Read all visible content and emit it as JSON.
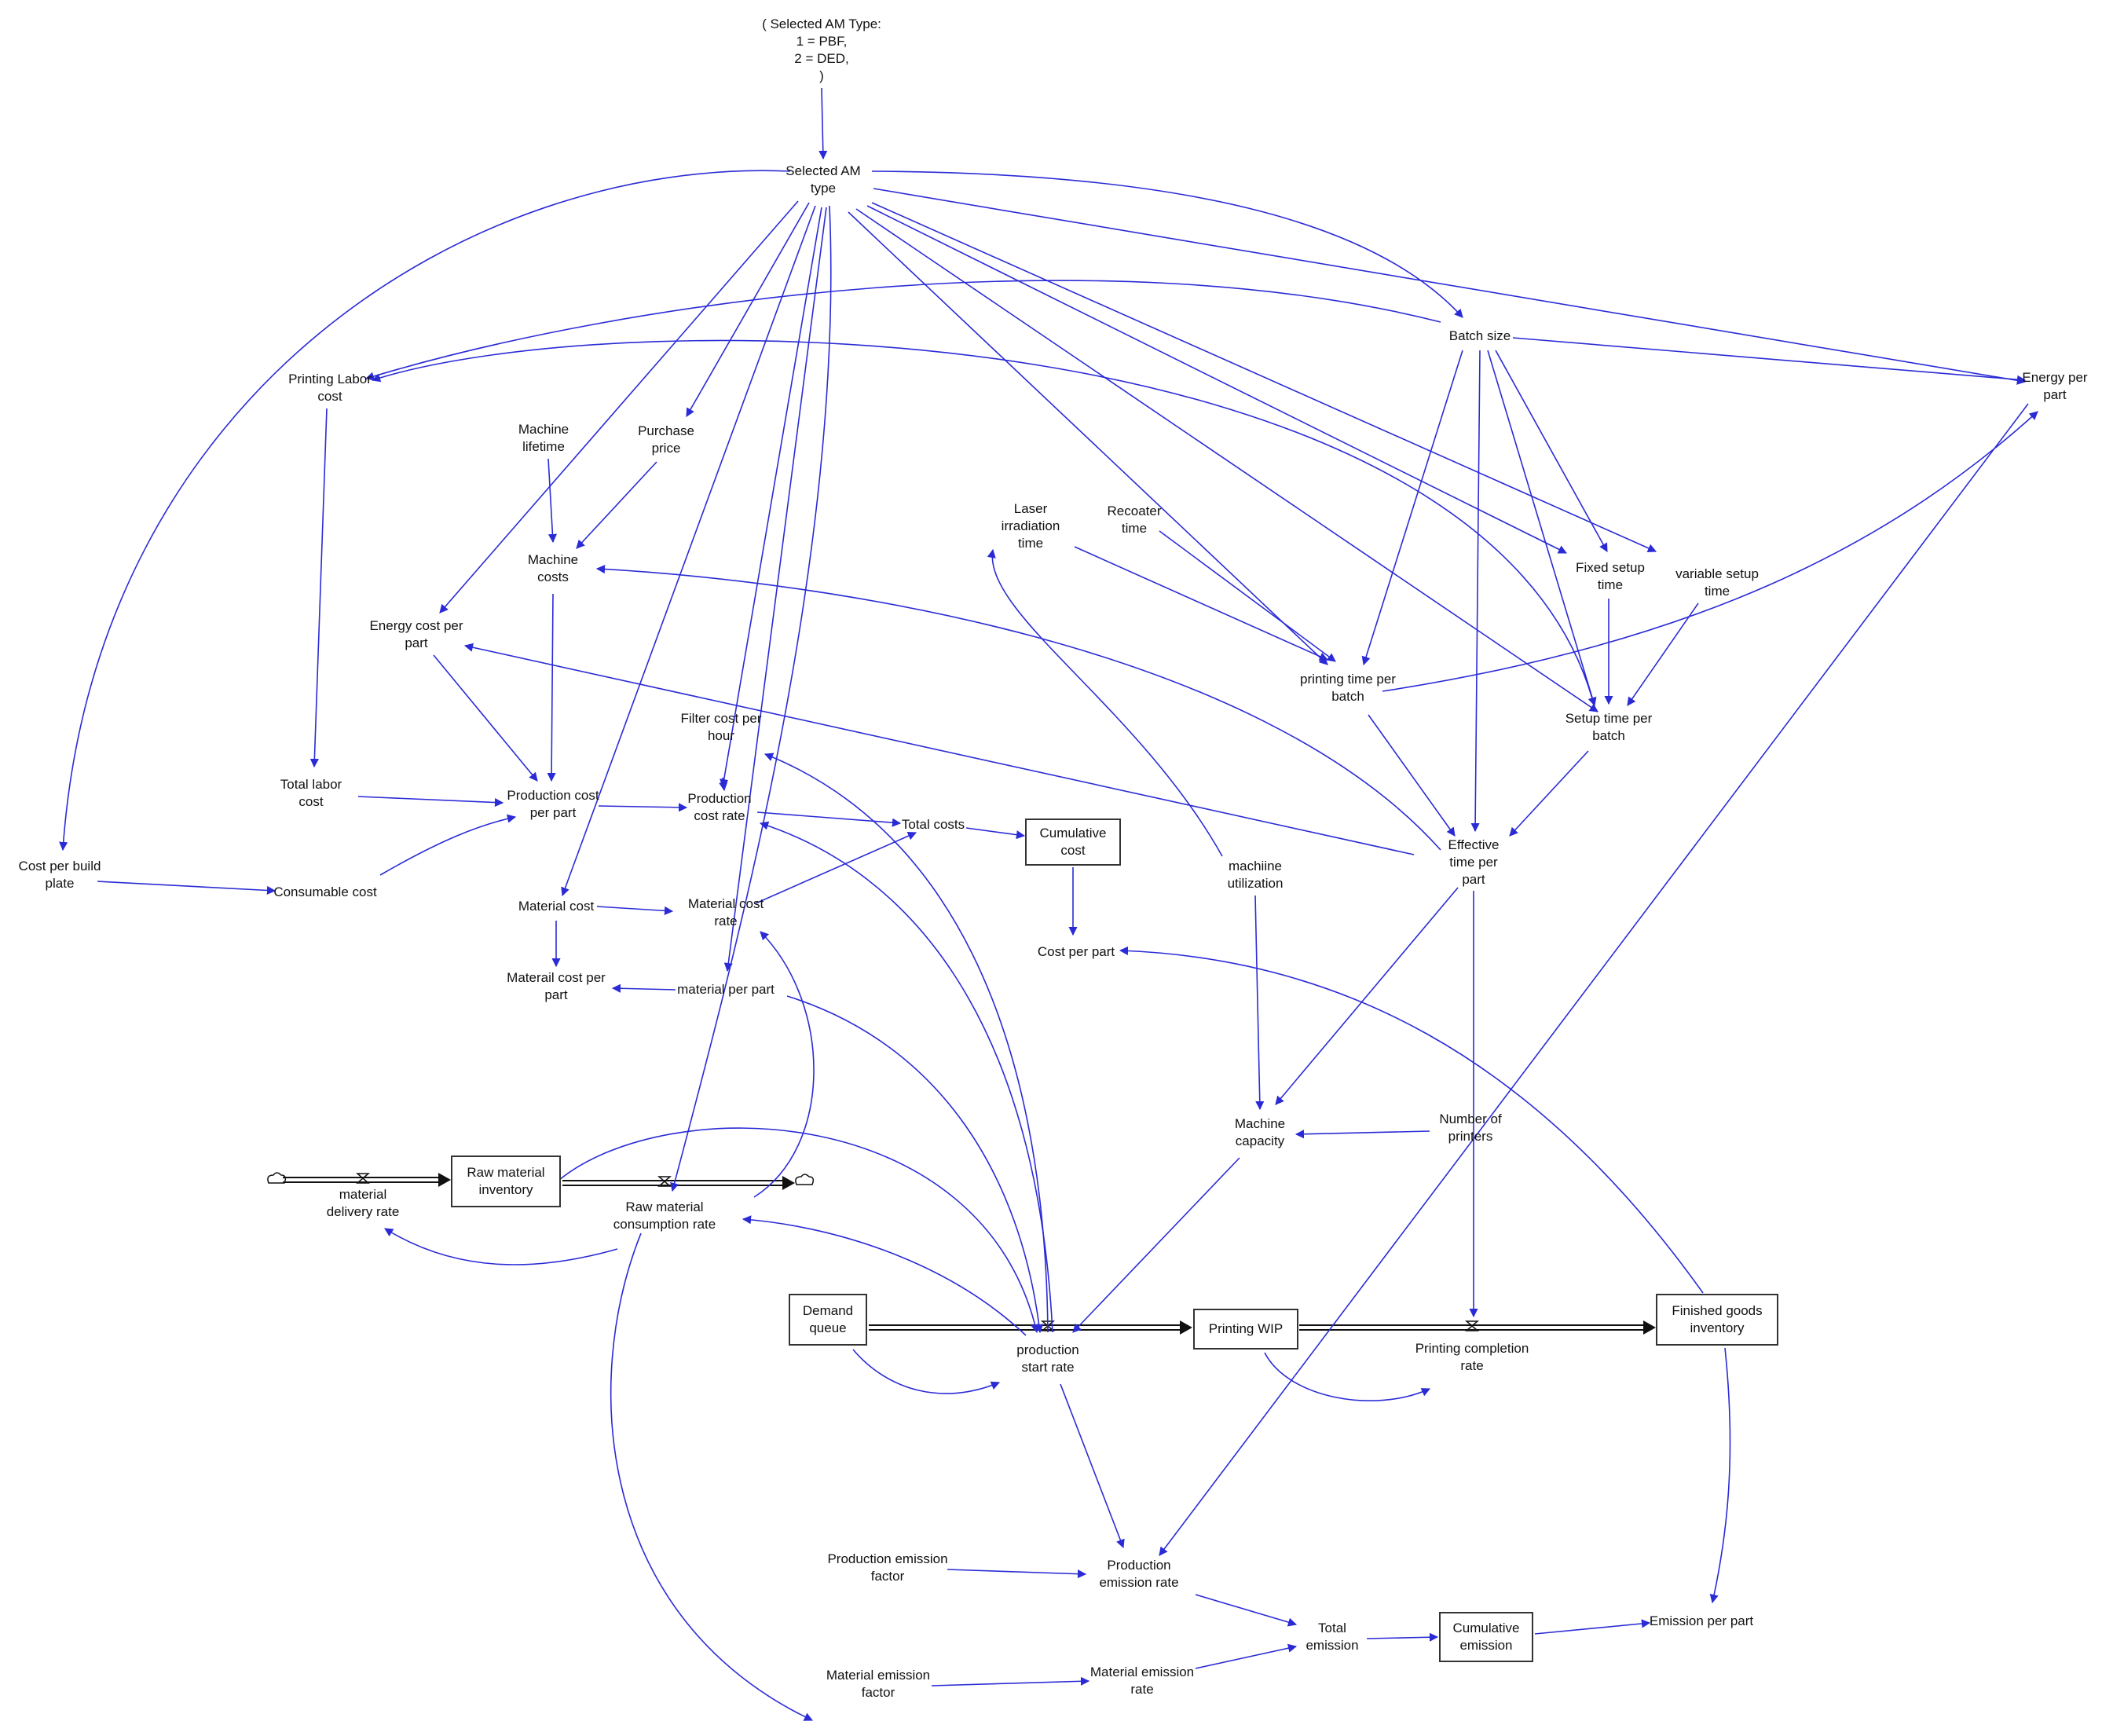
{
  "colors": {
    "link": "#2b2bd6",
    "flow": "#111111",
    "stock_border": "#333333",
    "text": "#111111"
  },
  "nodes": {
    "selected_am_type_note": "( Selected AM Type:\n1 = PBF,\n2 = DED,\n)",
    "selected_am_type": "Selected AM\ntype",
    "batch_size": "Batch size",
    "energy_per_part": "Energy per\npart",
    "printing_labor_cost": "Printing Labor\ncost",
    "machine_lifetime": "Machine\nlifetime",
    "purchase_price": "Purchase\nprice",
    "machine_costs": "Machine\ncosts",
    "energy_cost_per_part": "Energy cost per\npart",
    "laser_irradiation_time": "Laser\nirradiation\ntime",
    "recoater_time": "Recoater\ntime",
    "fixed_setup_time": "Fixed setup\ntime",
    "variable_setup_time": "variable setup\ntime",
    "printing_time_per_batch": "printing time per\nbatch",
    "setup_time_per_batch": "Setup time per\nbatch",
    "filter_cost_per_hour": "Filter cost per\nhour",
    "total_labor_cost": "Total labor\ncost",
    "production_cost_per_part": "Production cost\nper part",
    "production_cost_rate": "Production\ncost rate",
    "total_costs": "Total costs",
    "cumulative_cost": "Cumulative\ncost",
    "effective_time_per_part": "Effective\ntime per\npart",
    "machine_utilization": "machiine\nutilization",
    "cost_per_build_plate": "Cost per build\nplate",
    "consumable_cost": "Consumable cost",
    "material_cost": "Material cost",
    "material_cost_rate": "Material cost\nrate",
    "cost_per_part": "Cost per part",
    "materail_cost_per_part": "Materail cost per\npart",
    "material_per_part": "material per part",
    "machine_capacity": "Machine\ncapacity",
    "number_of_printers": "Number of\nprinters",
    "material_delivery_rate": "material\ndelivery rate",
    "raw_material_inventory": "Raw material\ninventory",
    "raw_material_consumption_rate": "Raw material\nconsumption rate",
    "demand_queue": "Demand\nqueue",
    "production_start_rate": "production\nstart rate",
    "printing_wip": "Printing WIP",
    "printing_completion_rate": "Printing completion\nrate",
    "finished_goods_inventory": "Finished goods\ninventory",
    "production_emission_factor": "Production emission\nfactor",
    "production_emission_rate": "Production\nemission rate",
    "total_emission": "Total\nemission",
    "cumulative_emission": "Cumulative\nemission",
    "emission_per_part": "Emission per part",
    "material_emission_factor": "Material emission\nfactor",
    "material_emission_rate": "Material emission\nrate"
  }
}
